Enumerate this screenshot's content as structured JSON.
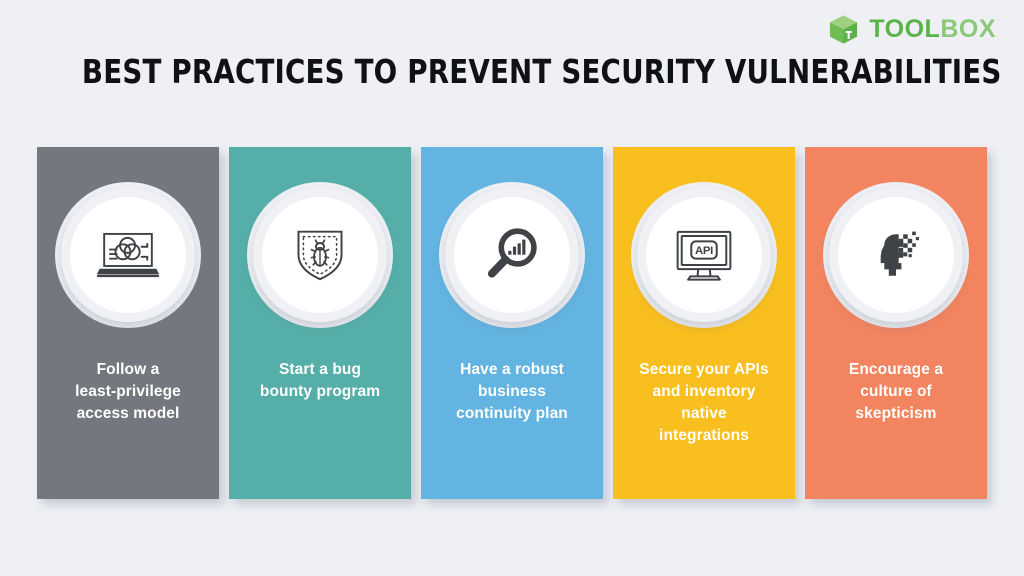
{
  "brand": {
    "logo_icon": "cube-icon",
    "name_bold": "TOOL",
    "name_light": "BOX",
    "colors": {
      "green_dark": "#5cb24a",
      "green_mid": "#6fbd52",
      "green_light": "#9ed07f"
    }
  },
  "title": "BEST PRACTICES TO PREVENT SECURITY VULNERABILITIES",
  "background_color": "#eef0f4",
  "cards": [
    {
      "label": "Follow a\nleast-privilege\naccess model",
      "color": "#74787e",
      "icon": "laptop-venn-diagram-icon"
    },
    {
      "label": "Start a bug\nbounty program",
      "color": "#55afa8",
      "icon": "shield-bug-icon"
    },
    {
      "label": "Have a robust\nbusiness\ncontinuity plan",
      "color": "#63b4e0",
      "icon": "magnifier-bar-chart-icon"
    },
    {
      "label": "Secure your APIs\nand inventory\nnative\nintegrations",
      "color": "#f8bf1e",
      "icon": "monitor-api-icon"
    },
    {
      "label": "Encourage a\nculture of\nskepticism",
      "color": "#f28460",
      "icon": "pixelated-head-icon"
    }
  ]
}
